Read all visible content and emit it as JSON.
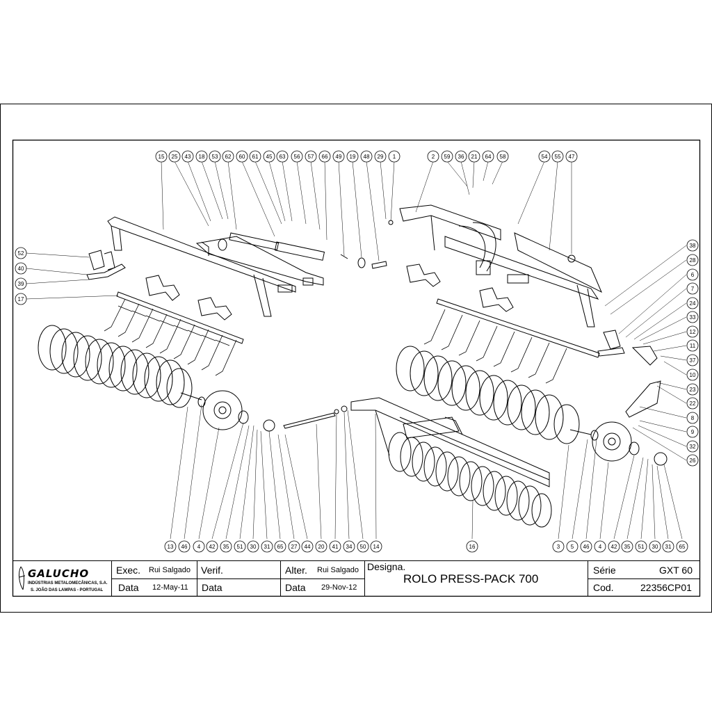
{
  "drawing": {
    "callouts_top": [
      "15",
      "25",
      "43",
      "18",
      "53",
      "62",
      "60",
      "61",
      "45",
      "63",
      "56",
      "57",
      "66",
      "49",
      "19",
      "48",
      "29",
      "1",
      "2",
      "59",
      "36",
      "21",
      "64",
      "58",
      "54",
      "55",
      "47"
    ],
    "callouts_left": [
      "52",
      "40",
      "39",
      "17"
    ],
    "callouts_right": [
      "38",
      "28",
      "6",
      "7",
      "24",
      "33",
      "12",
      "11",
      "37",
      "10",
      "23",
      "22",
      "8",
      "9",
      "32",
      "26"
    ],
    "callouts_bottom_left": [
      "13",
      "46",
      "4",
      "42",
      "35",
      "51",
      "30",
      "31",
      "65",
      "27",
      "44",
      "20",
      "41",
      "34",
      "50",
      "14"
    ],
    "callouts_bottom_mid": [
      "16"
    ],
    "callouts_bottom_right": [
      "3",
      "5",
      "46",
      "4",
      "42",
      "35",
      "51",
      "30",
      "31",
      "65"
    ]
  },
  "title_block": {
    "company": "GALUCHO",
    "company_line1": "INDÚSTRIAS METALOMECÂNICAS, S.A.",
    "company_line2": "S. JOÃO DAS LAMPAS - PORTUGAL",
    "exec_label": "Exec.",
    "exec_value": "Rui Salgado",
    "verif_label": "Verif.",
    "alter_label": "Alter.",
    "alter_value": "Rui Salgado",
    "designa_label": "Designa.",
    "designa_value": "ROLO PRESS-PACK 700",
    "serie_label": "Série",
    "serie_value": "GXT 60",
    "data_label_1": "Data",
    "data_value_1": "12-May-11",
    "data_label_2": "Data",
    "data_label_3": "Data",
    "data_value_3": "29-Nov-12",
    "cod_label": "Cod.",
    "cod_value": "22356CP01"
  }
}
